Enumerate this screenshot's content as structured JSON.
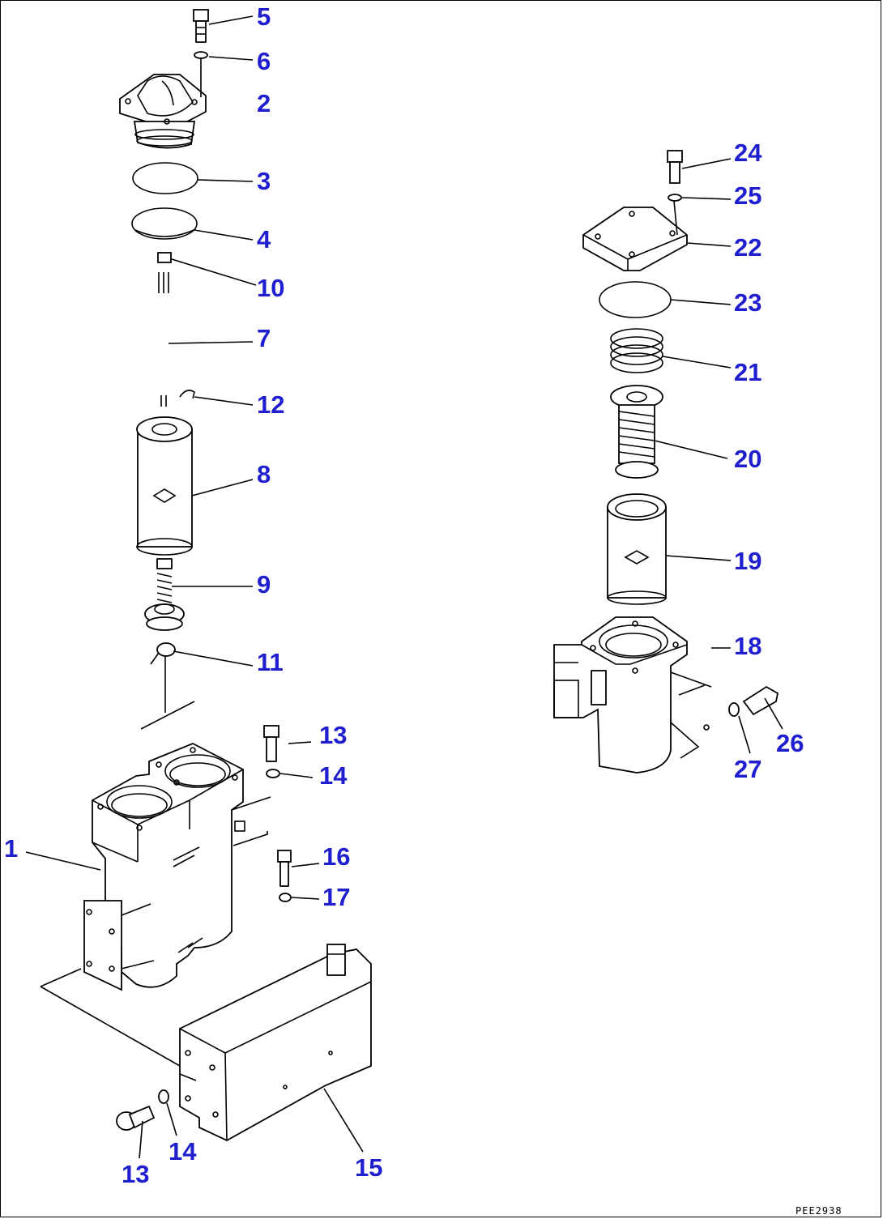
{
  "diagram": {
    "callouts": [
      "5",
      "6",
      "2",
      "3",
      "4",
      "10",
      "7",
      "12",
      "8",
      "9",
      "11",
      "13",
      "14",
      "1",
      "16",
      "17",
      "13",
      "14",
      "15",
      "24",
      "25",
      "22",
      "23",
      "21",
      "20",
      "19",
      "18",
      "26",
      "27"
    ],
    "drawing_code": "PEE2938",
    "colors": {
      "callout": "#1f1fd0",
      "line": "#000000",
      "background": "#ffffff"
    }
  }
}
